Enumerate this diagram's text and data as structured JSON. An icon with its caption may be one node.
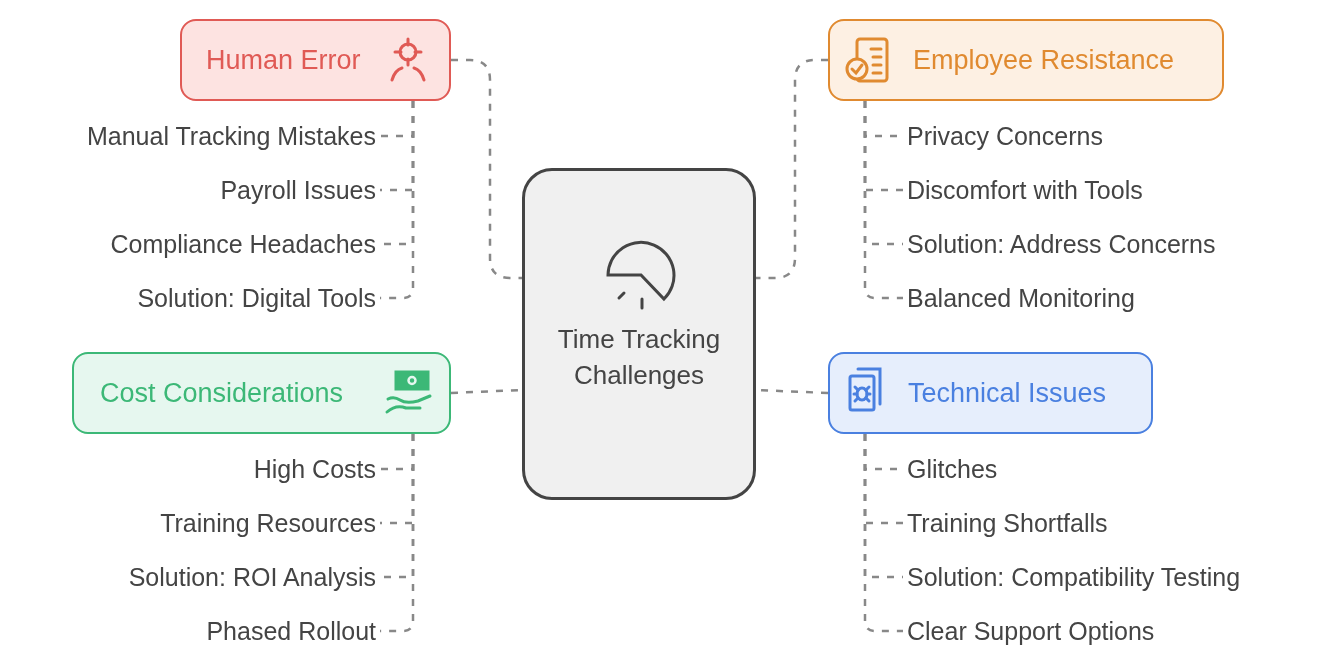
{
  "diagram": {
    "nodes": [
      {
        "text": [
          "Time Tracking Challenges"
        ]
      },
      {
        "text": [
          "Human Error"
        ]
      },
      {
        "text": [
          "Manual Tracking Mistakes"
        ]
      },
      {
        "text": [
          "Payroll Issues"
        ]
      },
      {
        "text": [
          "Compliance Headaches"
        ]
      },
      {
        "text": [
          "Solution: Digital Tools"
        ]
      },
      {
        "text": [
          "Employee Resistance"
        ]
      },
      {
        "text": [
          "Privacy Concerns"
        ]
      },
      {
        "text": [
          "Discomfort with Tools"
        ]
      },
      {
        "text": [
          "Solution: Address Concerns"
        ]
      },
      {
        "text": [
          "Balanced Monitoring"
        ]
      },
      {
        "text": [
          "Cost Considerations"
        ]
      },
      {
        "text": [
          "High Costs"
        ]
      },
      {
        "text": [
          "Training Resources"
        ]
      },
      {
        "text": [
          "Solution: ROI Analysis"
        ]
      },
      {
        "text": [
          "Phased Rollout"
        ]
      },
      {
        "text": [
          "Technical Issues"
        ]
      },
      {
        "text": [
          "Glitches"
        ]
      },
      {
        "text": [
          "Training Shortfalls"
        ]
      },
      {
        "text": [
          "Solution: Compatibility Testing"
        ]
      },
      {
        "text": [
          "Clear Support Options"
        ]
      }
    ],
    "edges": [
      {
        "from": 1,
        "to": 0,
        "arrow": "none",
        "style": "dashed"
      },
      {
        "from": 6,
        "to": 0,
        "arrow": "none",
        "style": "dashed"
      },
      {
        "from": 11,
        "to": 0,
        "arrow": "none",
        "style": "dashed"
      },
      {
        "from": 16,
        "to": 0,
        "arrow": "none",
        "style": "dashed"
      },
      {
        "from": 1,
        "to": 2,
        "arrow": "none",
        "style": "dashed"
      },
      {
        "from": 1,
        "to": 3,
        "arrow": "none",
        "style": "dashed"
      },
      {
        "from": 1,
        "to": 4,
        "arrow": "none",
        "style": "dashed"
      },
      {
        "from": 1,
        "to": 5,
        "arrow": "none",
        "style": "dashed"
      },
      {
        "from": 6,
        "to": 7,
        "arrow": "none",
        "style": "dashed"
      },
      {
        "from": 6,
        "to": 8,
        "arrow": "none",
        "style": "dashed"
      },
      {
        "from": 6,
        "to": 9,
        "arrow": "none",
        "style": "dashed"
      },
      {
        "from": 6,
        "to": 10,
        "arrow": "none",
        "style": "dashed"
      },
      {
        "from": 11,
        "to": 12,
        "arrow": "none",
        "style": "dashed"
      },
      {
        "from": 11,
        "to": 13,
        "arrow": "none",
        "style": "dashed"
      },
      {
        "from": 11,
        "to": 14,
        "arrow": "none",
        "style": "dashed"
      },
      {
        "from": 11,
        "to": 15,
        "arrow": "none",
        "style": "dashed"
      },
      {
        "from": 16,
        "to": 17,
        "arrow": "none",
        "style": "dashed"
      },
      {
        "from": 16,
        "to": 18,
        "arrow": "none",
        "style": "dashed"
      },
      {
        "from": 16,
        "to": 19,
        "arrow": "none",
        "style": "dashed"
      },
      {
        "from": 16,
        "to": 20,
        "arrow": "none",
        "style": "dashed"
      }
    ]
  }
}
